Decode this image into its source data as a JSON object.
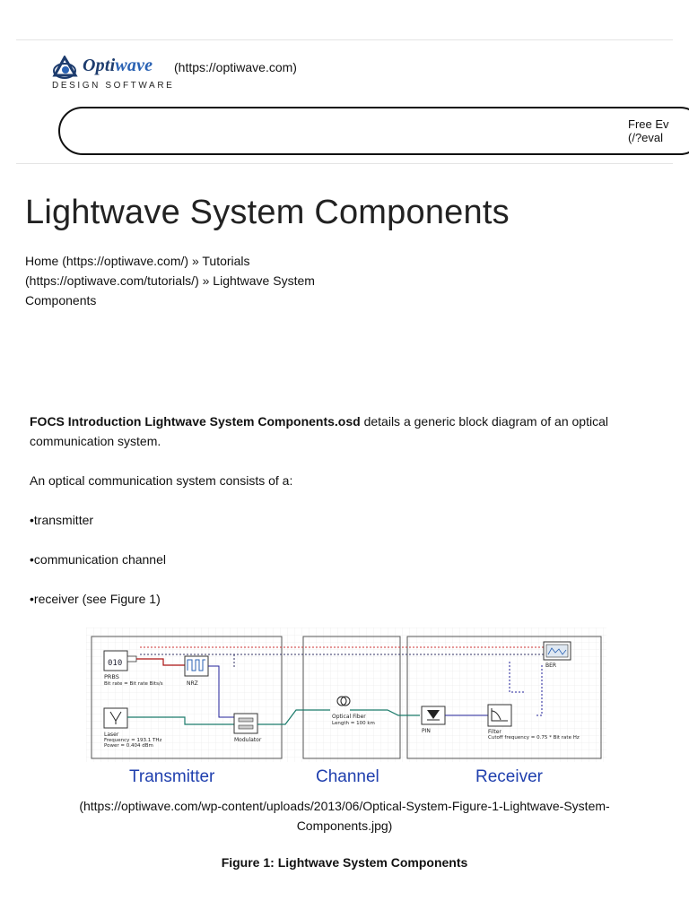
{
  "header": {
    "logo_word_a": "Opti",
    "logo_word_b": "wave",
    "logo_url": "(https://optiwave.com)",
    "logo_tagline": "DESIGN SOFTWARE",
    "brand_color": "#1d3c6e",
    "accent_color": "#2a62b3"
  },
  "cta": {
    "line1": "Free Ev",
    "line2": "(/?eval"
  },
  "page": {
    "title": "Lightwave System Components",
    "breadcrumb": "Home (https://optiwave.com/) » Tutorials (https://optiwave.com/tutorials/) » Lightwave System Components"
  },
  "content": {
    "intro_bold": "FOCS Introduction Lightwave System Components.osd",
    "intro_rest": " details a generic block diagram of an optical communication system.",
    "consists": "An optical communication system consists of a:",
    "bullet1": "•transmitter",
    "bullet2": "•communication channel",
    "bullet3": "•receiver (see Figure 1)"
  },
  "figure": {
    "prbs": "PRBS",
    "prbs_sub": "Bit rate = Bit rate  Bits/s",
    "nrz": "NRZ",
    "laser": "Laser",
    "laser_sub1": "Frequency = 193.1  THz",
    "laser_sub2": "Power = 0.404  dBm",
    "modulator": "Modulator",
    "fiber": "Optical Fiber",
    "fiber_sub": "Length = 100  km",
    "pin": "PIN",
    "filter": "Filter",
    "filter_sub": "Cutoff frequency = 0.75 * Bit rate  Hz",
    "ber": "BER",
    "section1": "Transmitter",
    "section2": "Channel",
    "section3": "Receiver",
    "image_url": "(https://optiwave.com/wp-content/uploads/2013/06/Optical-System-Figure-1-Lightwave-System-Components.jpg)",
    "caption": "Figure 1: Lightwave System Components"
  }
}
